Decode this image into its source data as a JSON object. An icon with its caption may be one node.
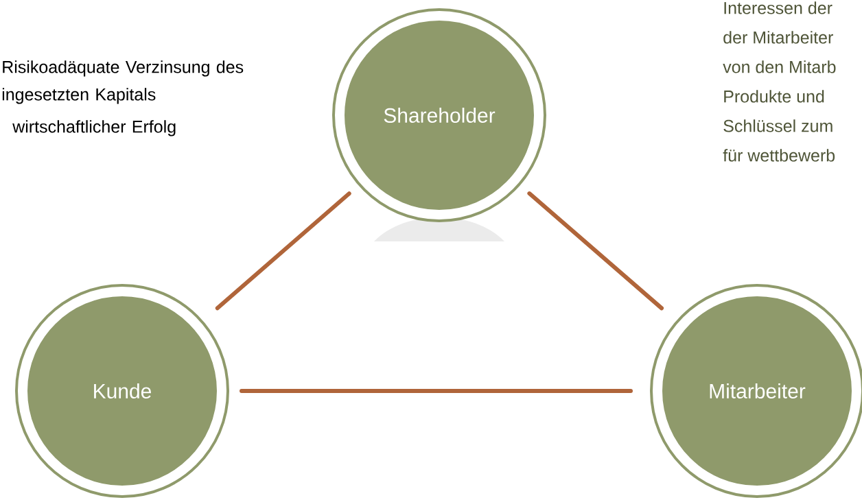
{
  "diagram": {
    "nodes": [
      {
        "text": [
          "Shareholder"
        ]
      },
      {
        "text": [
          "Kunde"
        ]
      },
      {
        "text": [
          "Mitarbeiter"
        ]
      }
    ],
    "edges": [
      {
        "from": 0,
        "to": 1,
        "arrow": "none"
      },
      {
        "from": 0,
        "to": 2,
        "arrow": "none"
      },
      {
        "from": 1,
        "to": 2,
        "arrow": "none"
      }
    ],
    "labels": [
      "Risikoadäquate Verzinsung des ingesetzten Kapitals",
      "wirtschaftlicher Erfolg",
      "Interessen der",
      "der Mitarbeiter",
      "von den Mitarb",
      "Produkte und",
      "Schlüssel zum",
      "für wettbewerb"
    ]
  }
}
